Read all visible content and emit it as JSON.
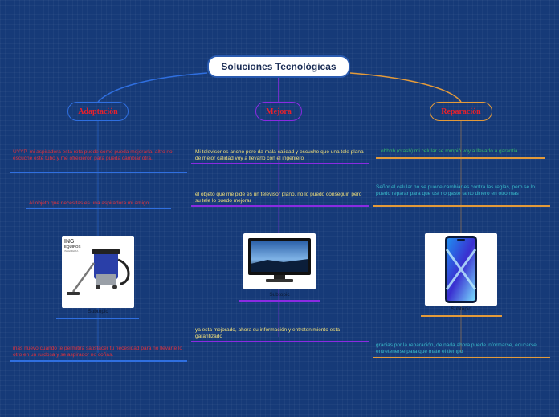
{
  "root": {
    "title": "Soluciones Tecnológicas"
  },
  "branches": {
    "adaptacion": {
      "label": "Adaptación",
      "topics": [
        "UYYP, mi aspiradora esta rota puede como pueda mejorarla, altro no escuche este tubo y me ofrecieron para pueda cambiar otra.",
        "Al objeto que necesitas es una aspiradora mi amigo",
        "mas nuevo cuando te permitira satisfacer tu necesidad para no llevarte lo otro en un ruidosa y se aspirador no coñas."
      ],
      "image": {
        "logo_line1": "ING",
        "logo_line2": "EQUIPOS",
        "logo_line3": "INGENIERIA"
      },
      "subtopic": "Subtopic"
    },
    "mejora": {
      "label": "Mejora",
      "topics": [
        "Mi televisor es ancho pero da mala calidad y escuche que una tele plana de mejor calidad voy a llevarlo con el ingeniero",
        "el objeto que me pide es un televisor plano, no lo puedo conseguir, pero su tele lo puedo mejorar",
        "ya esta mejorado, ahora su información y entretenimiento esta garantizado"
      ],
      "subtopic": "Subtopic"
    },
    "reparacion": {
      "label": "Reparación",
      "topics": [
        "ohhhh (crash) mi celular se rompió voy a llevarlo a garantia",
        "Señor el celular no se puede cambiar es contra las reglas, pero se lo puedo reparar para que ust no gaste tanto dinero en otro mas",
        "gracias por la reparación, de nada ahora puede informarse, educarse, entretenerse para que mate el tiempo"
      ],
      "subtopic": "Subtopic"
    }
  },
  "colors": {
    "background": "#163a78",
    "adaptacion_line": "#2f6fe0",
    "mejora_line": "#8a2be2",
    "reparacion_line": "#e39a3a",
    "branch_text": "#e8212c"
  }
}
